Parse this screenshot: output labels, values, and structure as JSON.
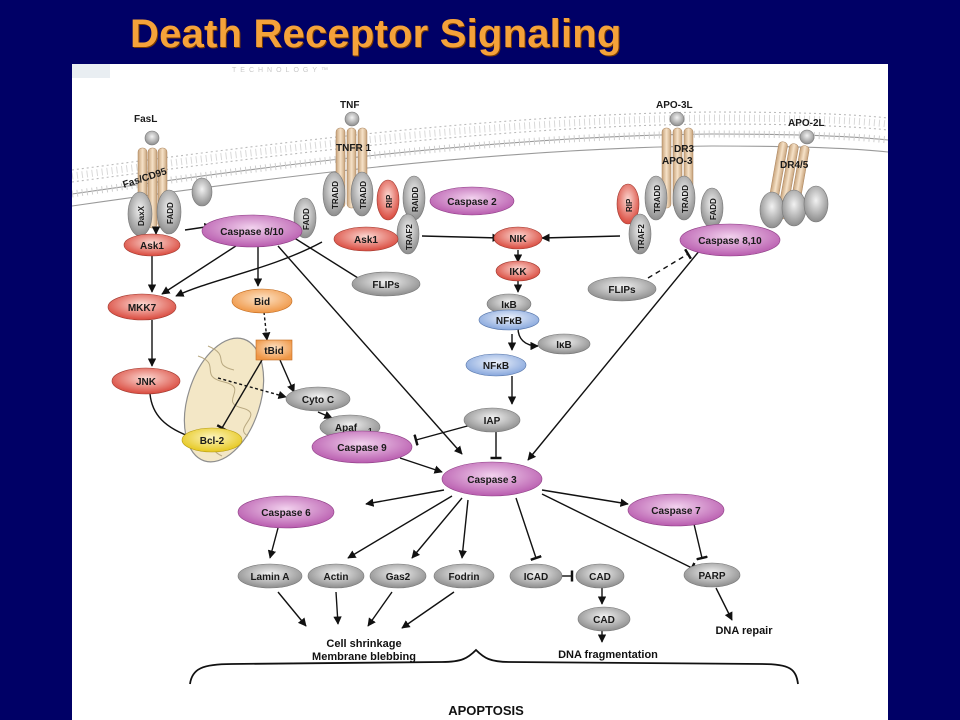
{
  "slide": {
    "title": "Death Receptor Signaling",
    "background": "#000066",
    "title_color": "#f5a23a"
  },
  "watermark": {
    "text": "TECHNOLOGY™"
  },
  "ligands": {
    "fasl": "FasL",
    "tnf": "TNF",
    "apo3l": "APO-3L",
    "apo2l": "APO-2L"
  },
  "receptors": {
    "fas": "Fas/CD95",
    "tnfr1": "TNFR 1",
    "dr3": "DR3",
    "apo3": "APO-3",
    "dr45": "DR4/5"
  },
  "adaptors": {
    "daxx": "DaxX",
    "fadd": "FADD",
    "tradd": "TRADD",
    "rip": "RIP",
    "raidd": "RAIDD",
    "traf2": "TRAF2"
  },
  "nodes": {
    "ask1_left": "Ask1",
    "caspase_8_10_left": "Caspase 8/10",
    "ask1_mid": "Ask1",
    "caspase2": "Caspase 2",
    "nik": "NIK",
    "caspase_8_10_right": "Caspase 8,10",
    "flips_left": "FLIPs",
    "flips_right": "FLIPs",
    "ikk": "IKK",
    "ikb": "IκB",
    "nfkb": "NFκB",
    "ikb_free": "IκB",
    "nfkb_free": "NFκB",
    "mkk7": "MKK7",
    "bid": "Bid",
    "tbid": "tBid",
    "jnk": "JNK",
    "cytoc": "Cyto C",
    "apaf": "Apaf",
    "apaf_sub": "1",
    "caspase9": "Caspase 9",
    "bcl2": "Bcl-2",
    "iap": "IAP",
    "caspase3": "Caspase 3",
    "caspase6": "Caspase 6",
    "caspase7": "Caspase 7",
    "lamina": "Lamin A",
    "actin": "Actin",
    "gas2": "Gas2",
    "fodrin": "Fodrin",
    "icad": "ICAD",
    "cad_bound": "CAD",
    "cad": "CAD",
    "parp": "PARP"
  },
  "outcomes": {
    "cell_shrinkage": "Cell shrinkage",
    "membrane_blebbing": "Membrane blebbing",
    "dna_fragmentation": "DNA fragmentation",
    "dna_repair": "DNA repair",
    "apoptosis": "APOPTOSIS"
  },
  "colors": {
    "membrane": "#9a9a9a",
    "receptor": "#e8c9a6",
    "adaptor_gray": "#a8a8a8",
    "caspase": "#c96fc0",
    "kinase_red": "#e4584c",
    "bid_orange": "#f3a257",
    "bcl2_yellow": "#f2db3c",
    "nfkb_blue": "#98b6e4",
    "mitochondrion": "#f3e7c6"
  }
}
